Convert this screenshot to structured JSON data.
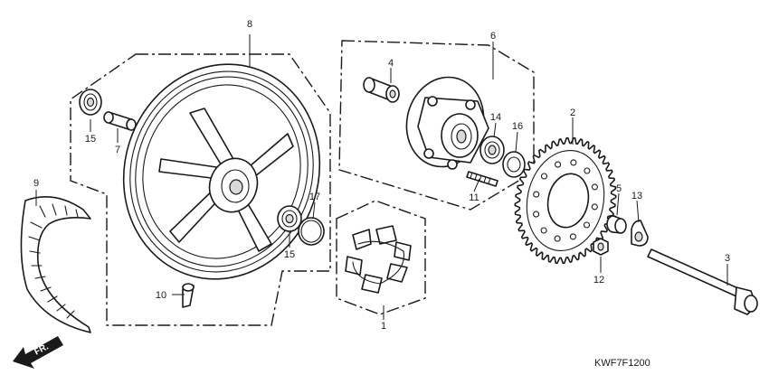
{
  "callouts": {
    "p1": "1",
    "p2": "2",
    "p3": "3",
    "p4": "4",
    "p5": "5",
    "p6": "6",
    "p7": "7",
    "p8": "8",
    "p9": "9",
    "p10": "10",
    "p11": "11",
    "p12": "12",
    "p13": "13",
    "p14": "14",
    "p15a": "15",
    "p15b": "15",
    "p16": "16",
    "p17": "17"
  },
  "direction_label": "FR.",
  "diagram_code": "KWF7F1200"
}
